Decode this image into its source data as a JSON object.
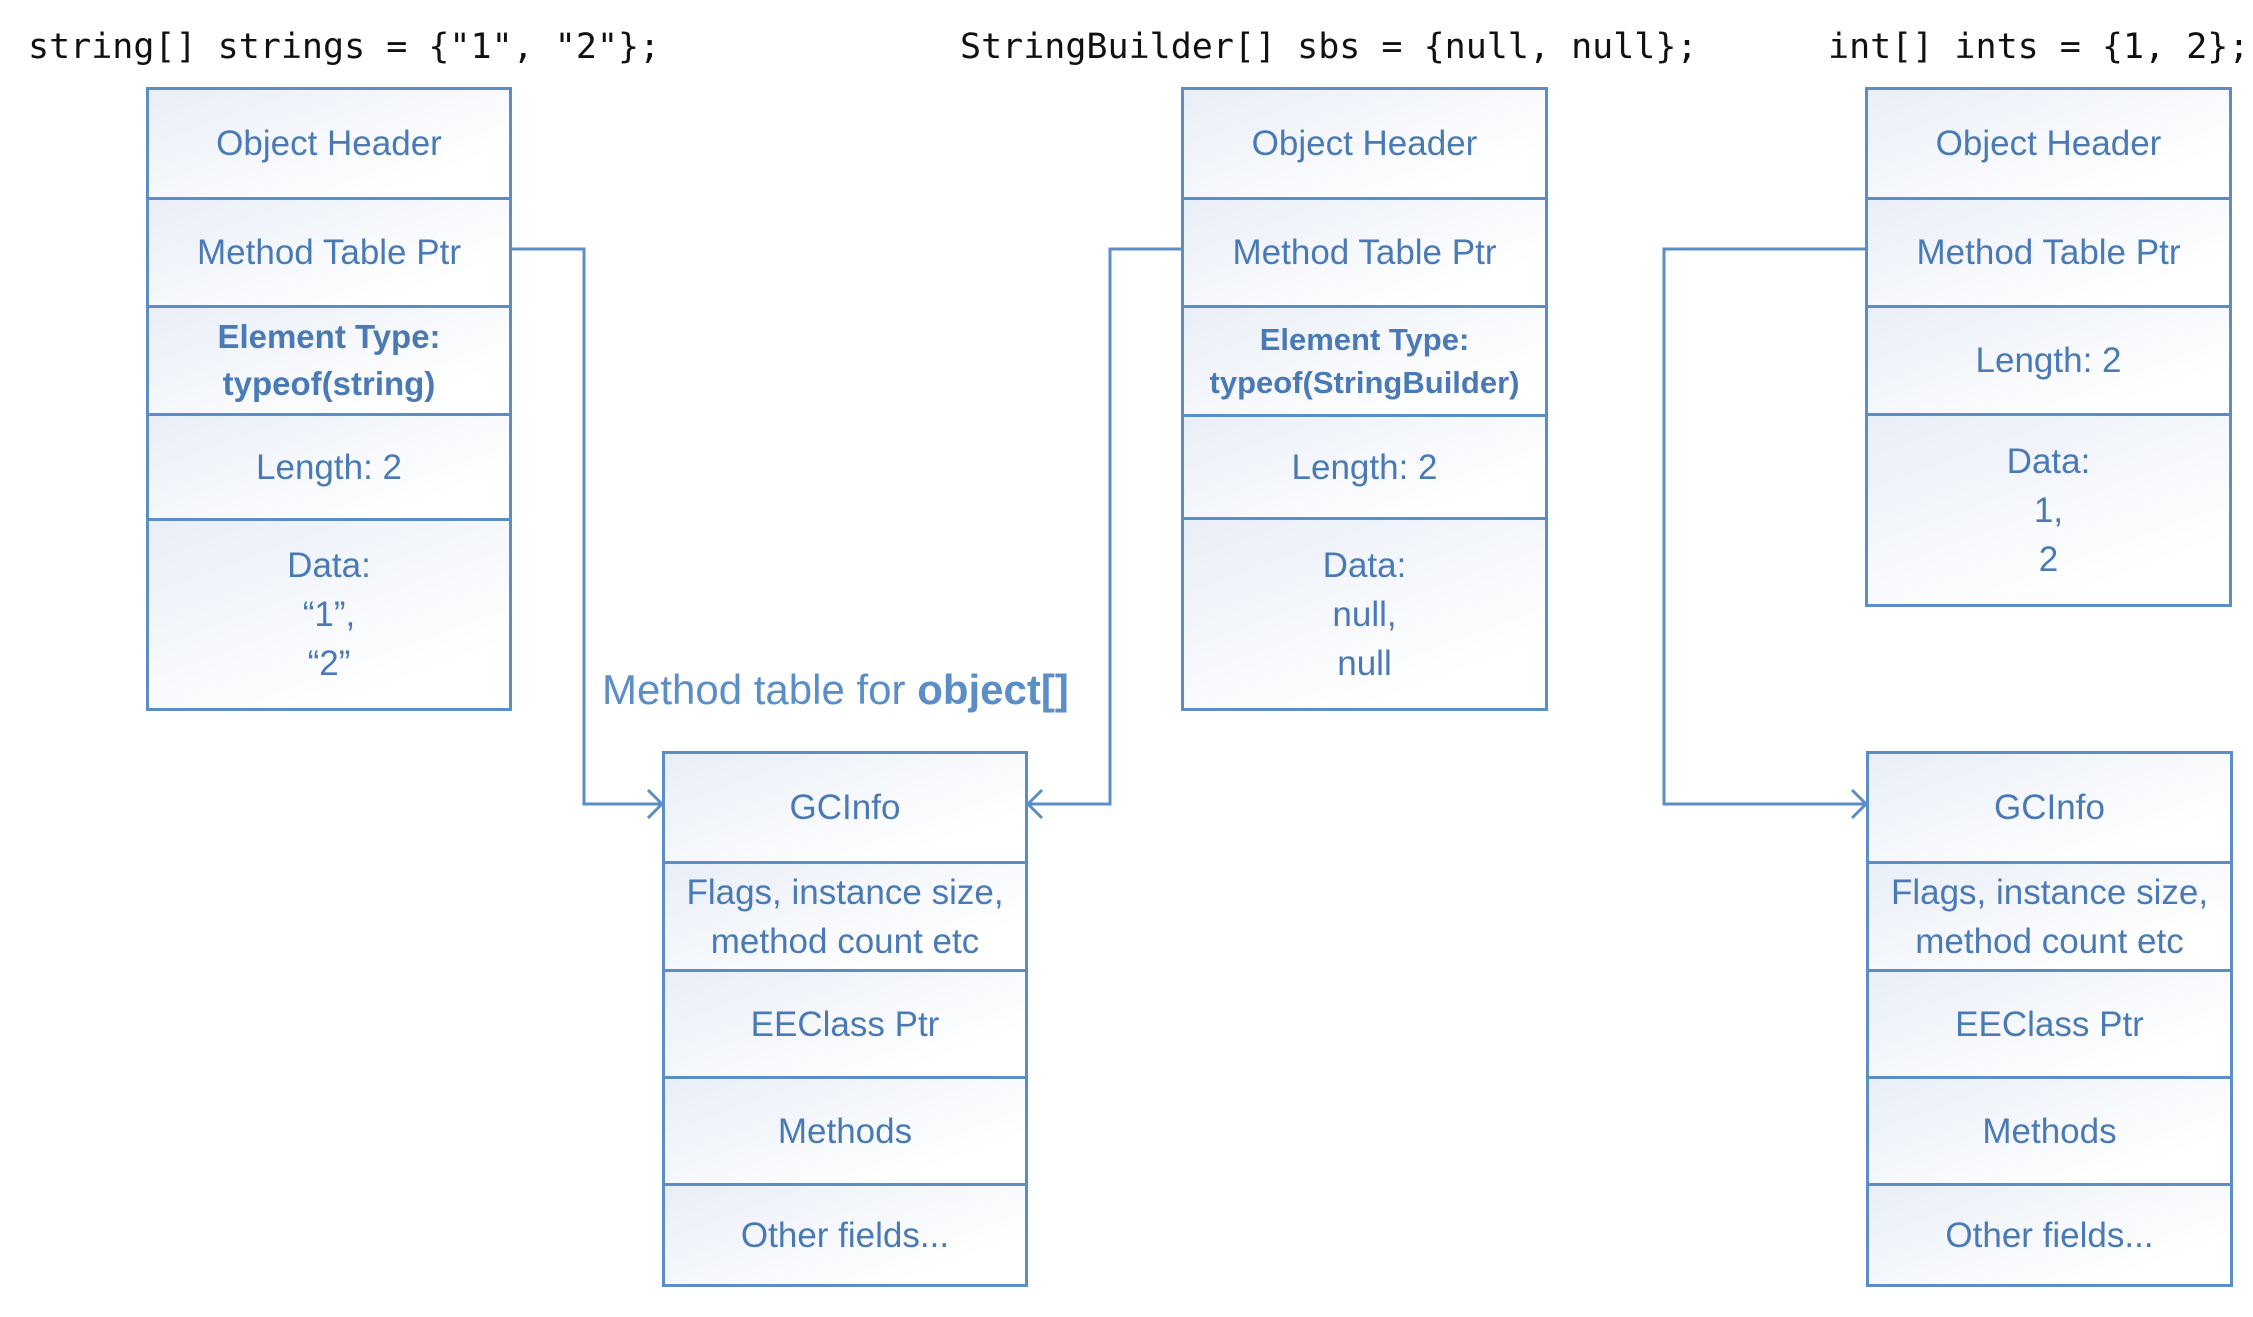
{
  "code": {
    "strings": "string[] strings = {\"1\", \"2\"};",
    "sbs": "StringBuilder[] sbs = {null, null};",
    "ints": "int[] ints = {1, 2};"
  },
  "strings_obj": {
    "object_header": "Object Header",
    "method_table_ptr": "Method Table Ptr",
    "element_type": "Element Type:\ntypeof(string)",
    "length": "Length: 2",
    "data": "Data:\n“1”,\n“2”"
  },
  "sbs_obj": {
    "object_header": "Object Header",
    "method_table_ptr": "Method Table Ptr",
    "element_type": "Element Type:\ntypeof(StringBuilder)",
    "length": "Length: 2",
    "data": "Data:\nnull,\nnull"
  },
  "ints_obj": {
    "object_header": "Object Header",
    "method_table_ptr": "Method Table Ptr",
    "length": "Length: 2",
    "data": "Data:\n1,\n2"
  },
  "object_mt": {
    "title_prefix": "Method table for ",
    "title_bold": "object[]",
    "gcinfo": "GCInfo",
    "flags": "Flags, instance size,\nmethod count etc",
    "eeclass": "EEClass Ptr",
    "methods": "Methods",
    "other": "Other fields..."
  },
  "int_mt": {
    "gcinfo": "GCInfo",
    "flags": "Flags, instance size,\nmethod count etc",
    "eeclass": "EEClass Ptr",
    "methods": "Methods",
    "other": "Other fields..."
  },
  "colors": {
    "accent": "#5b8dc6",
    "text": "#4a7ab5",
    "code": "#111111"
  }
}
